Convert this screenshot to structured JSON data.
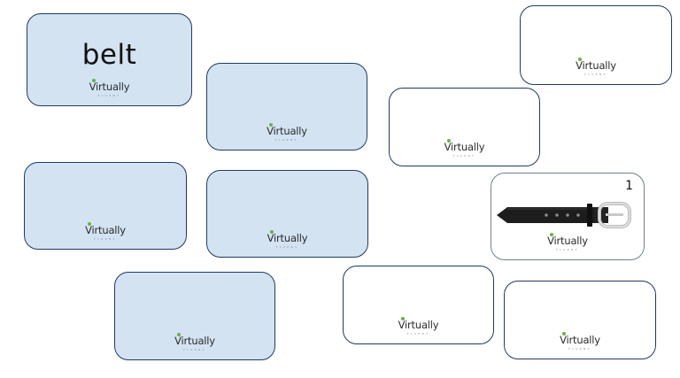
{
  "brand": {
    "logo_text": "Virtually",
    "logo_sub": "FLUENT",
    "accent": "#6ab04c"
  },
  "colors": {
    "card_face_down": "#d3e3f2",
    "card_face_up": "#ffffff",
    "card_border": "#1f3b5f"
  },
  "cards": [
    {
      "state": "face-up-word",
      "word": "belt"
    },
    {
      "state": "face-down"
    },
    {
      "state": "face-up-blank"
    },
    {
      "state": "face-up-blank"
    },
    {
      "state": "face-down"
    },
    {
      "state": "face-down"
    },
    {
      "state": "face-up-picture",
      "picture": "belt-icon",
      "number": "1"
    },
    {
      "state": "face-down"
    },
    {
      "state": "face-up-blank"
    },
    {
      "state": "face-up-blank"
    }
  ]
}
